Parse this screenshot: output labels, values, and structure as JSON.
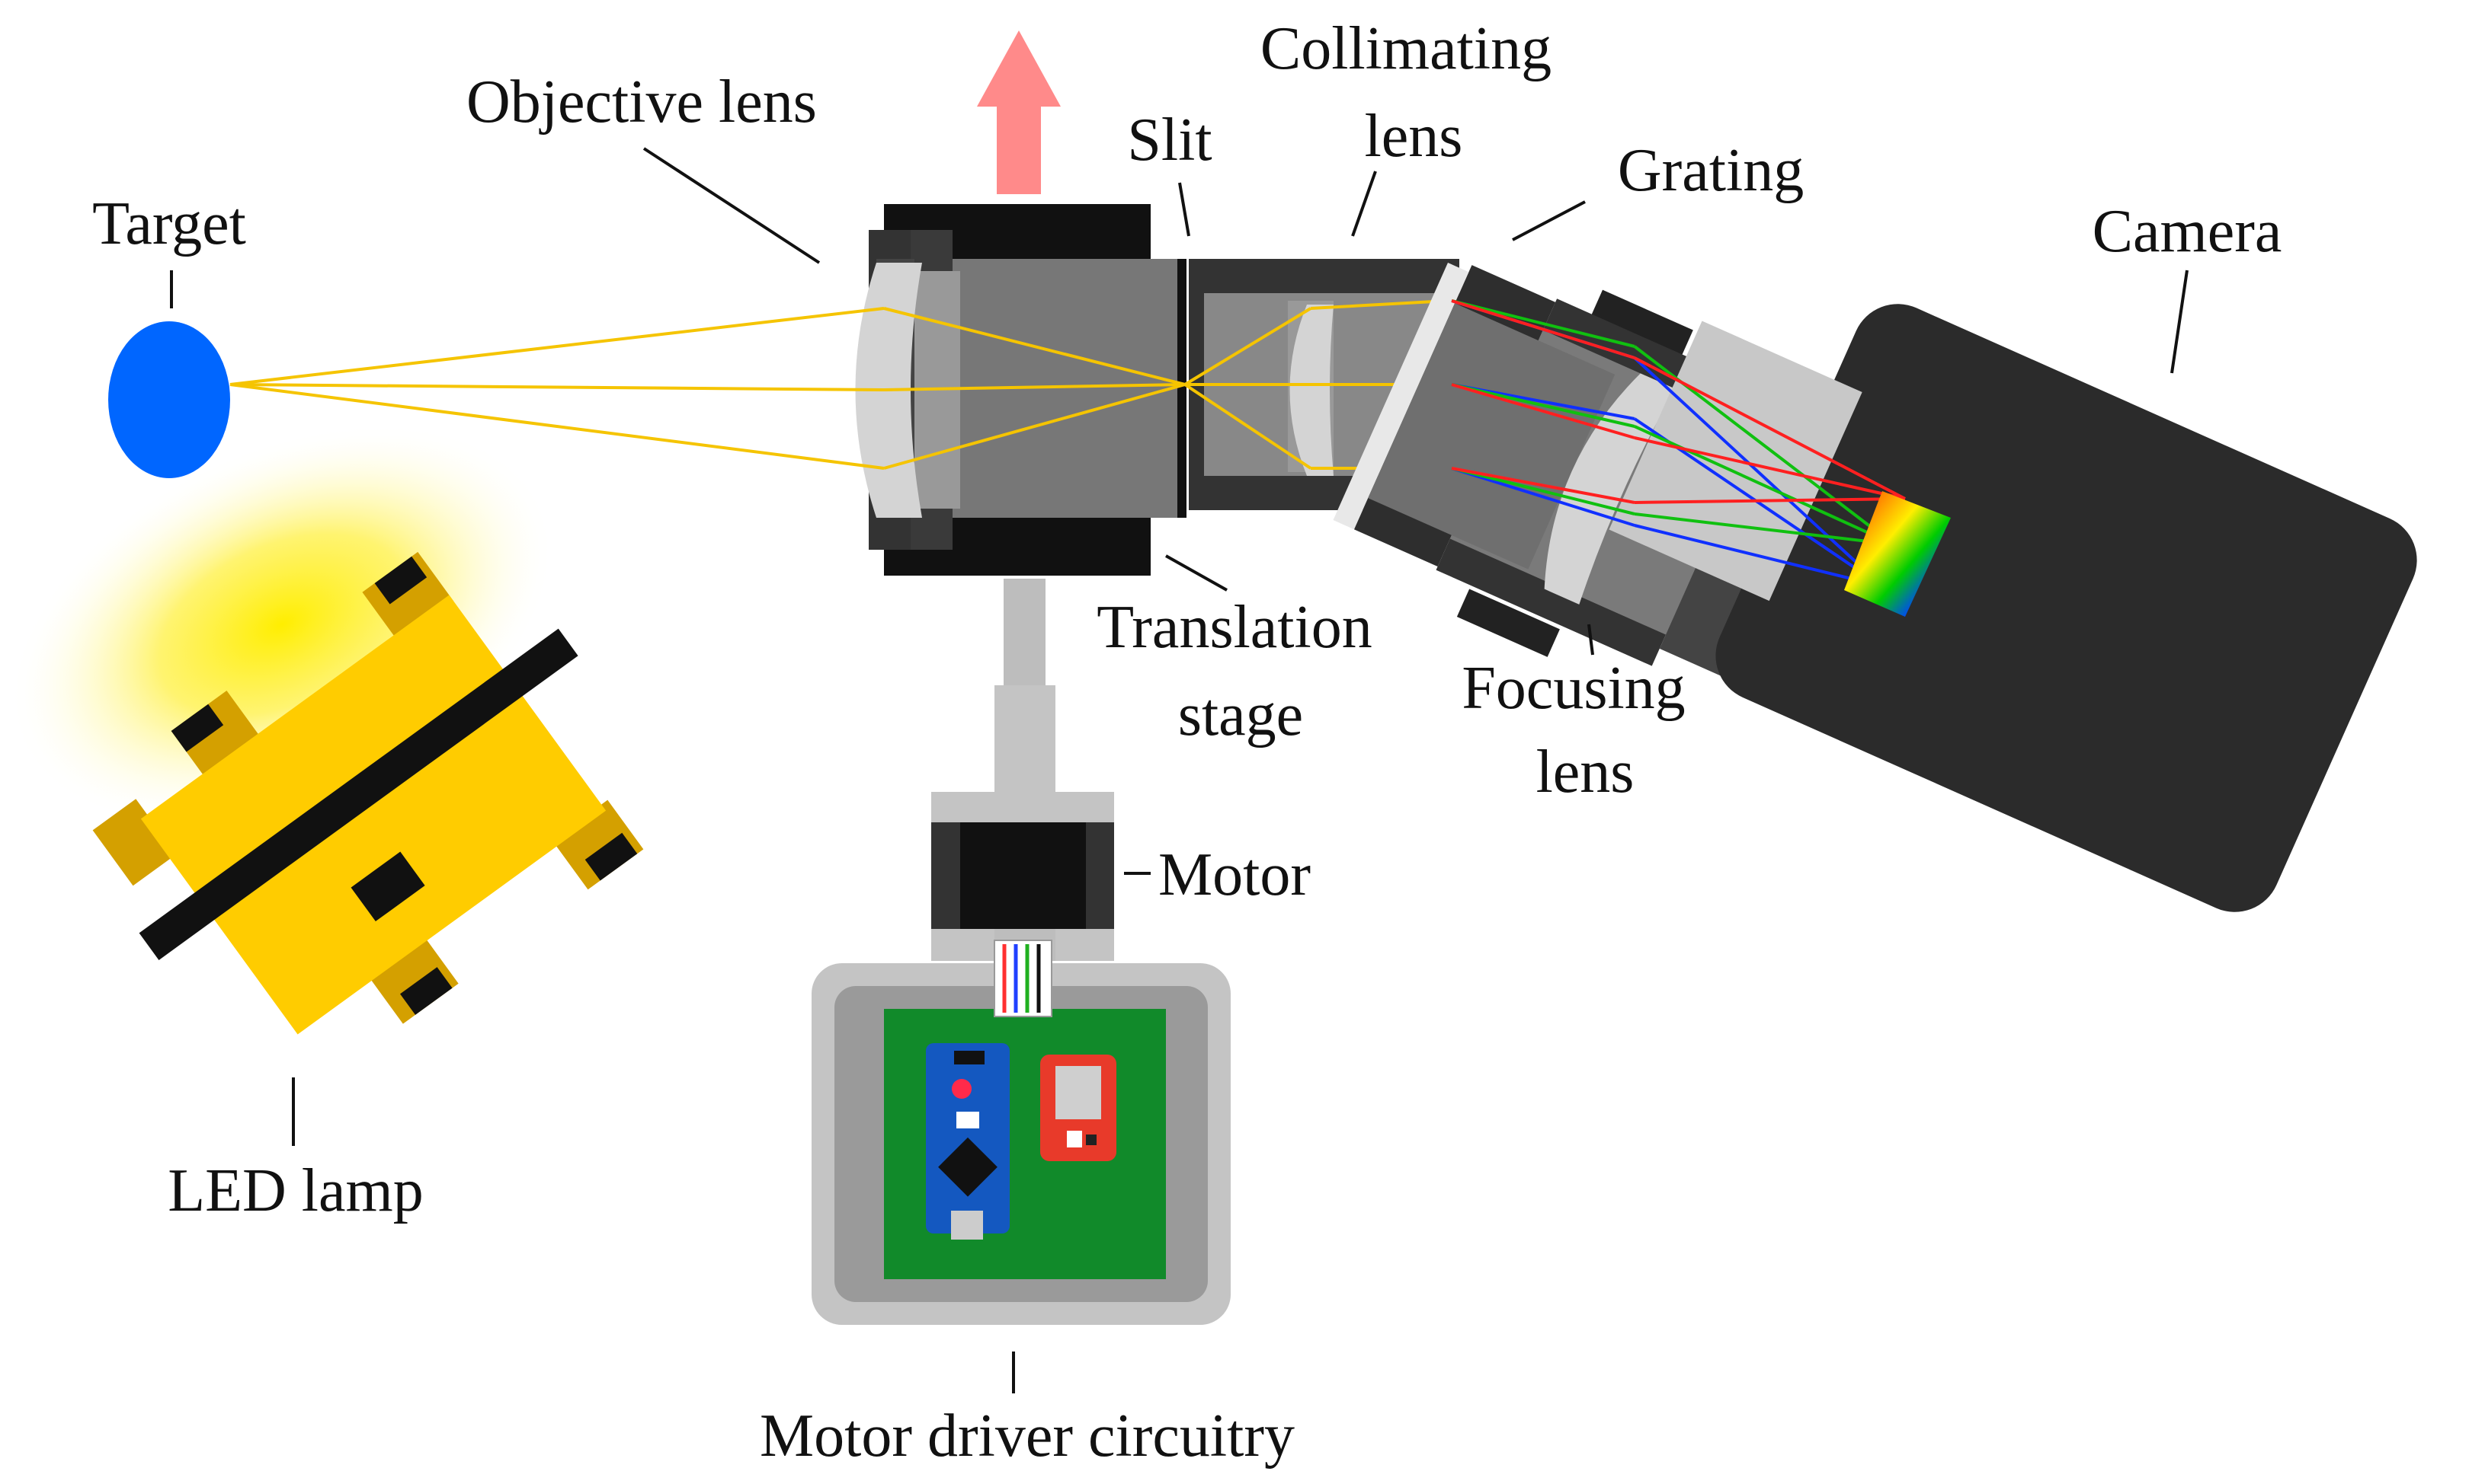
{
  "labels": {
    "target": "Target",
    "objective_lens": "Objective lens",
    "slit": "Slit",
    "collimating_lens_1": "Collimating",
    "collimating_lens_2": "lens",
    "grating": "Grating",
    "camera": "Camera",
    "translation_stage_1": "Translation",
    "translation_stage_2": "stage",
    "focusing_lens_1": "Focusing",
    "focusing_lens_2": "lens",
    "motor": "Motor",
    "led_lamp": "LED lamp",
    "motor_driver": "Motor driver circuitry"
  },
  "colors": {
    "target": "#0066ff",
    "light_ray": "#f5c400",
    "led_body": "#ffcc00",
    "led_pads": "#d4a000",
    "arrow": "#ff8a8a",
    "pcb": "#118a2a",
    "camera_body": "#2b2b2b",
    "ray_red": "#ff2020",
    "ray_green": "#10c010",
    "ray_blue": "#1030ff"
  },
  "icons": {
    "translation_direction": "up-arrow-icon",
    "spectrum": "rainbow-spectrum-icon"
  }
}
